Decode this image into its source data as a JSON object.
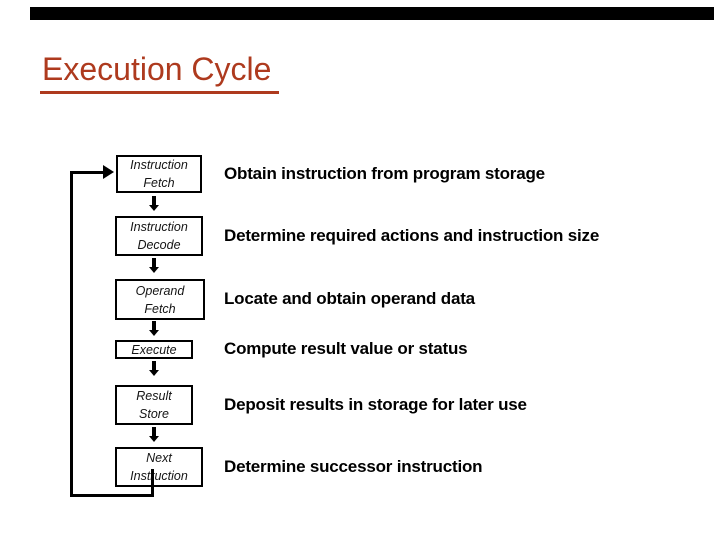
{
  "slide": {
    "title": "Execution Cycle",
    "title_color": "#ae3a1e",
    "topbar_color": "#000000",
    "background_color": "#ffffff"
  },
  "diagram": {
    "steps": [
      {
        "box": [
          "Instruction",
          "Fetch"
        ],
        "description": "Obtain instruction from program storage"
      },
      {
        "box": [
          "Instruction",
          "Decode"
        ],
        "description": "Determine required actions and instruction size"
      },
      {
        "box": [
          "Operand",
          "Fetch"
        ],
        "description": "Locate and obtain operand data"
      },
      {
        "box": [
          "Execute"
        ],
        "description": "Compute result value or status"
      },
      {
        "box": [
          "Result",
          "Store"
        ],
        "description": "Deposit results in storage for later use"
      },
      {
        "box": [
          "Next",
          "Instruction"
        ],
        "description": "Determine successor instruction"
      }
    ]
  }
}
